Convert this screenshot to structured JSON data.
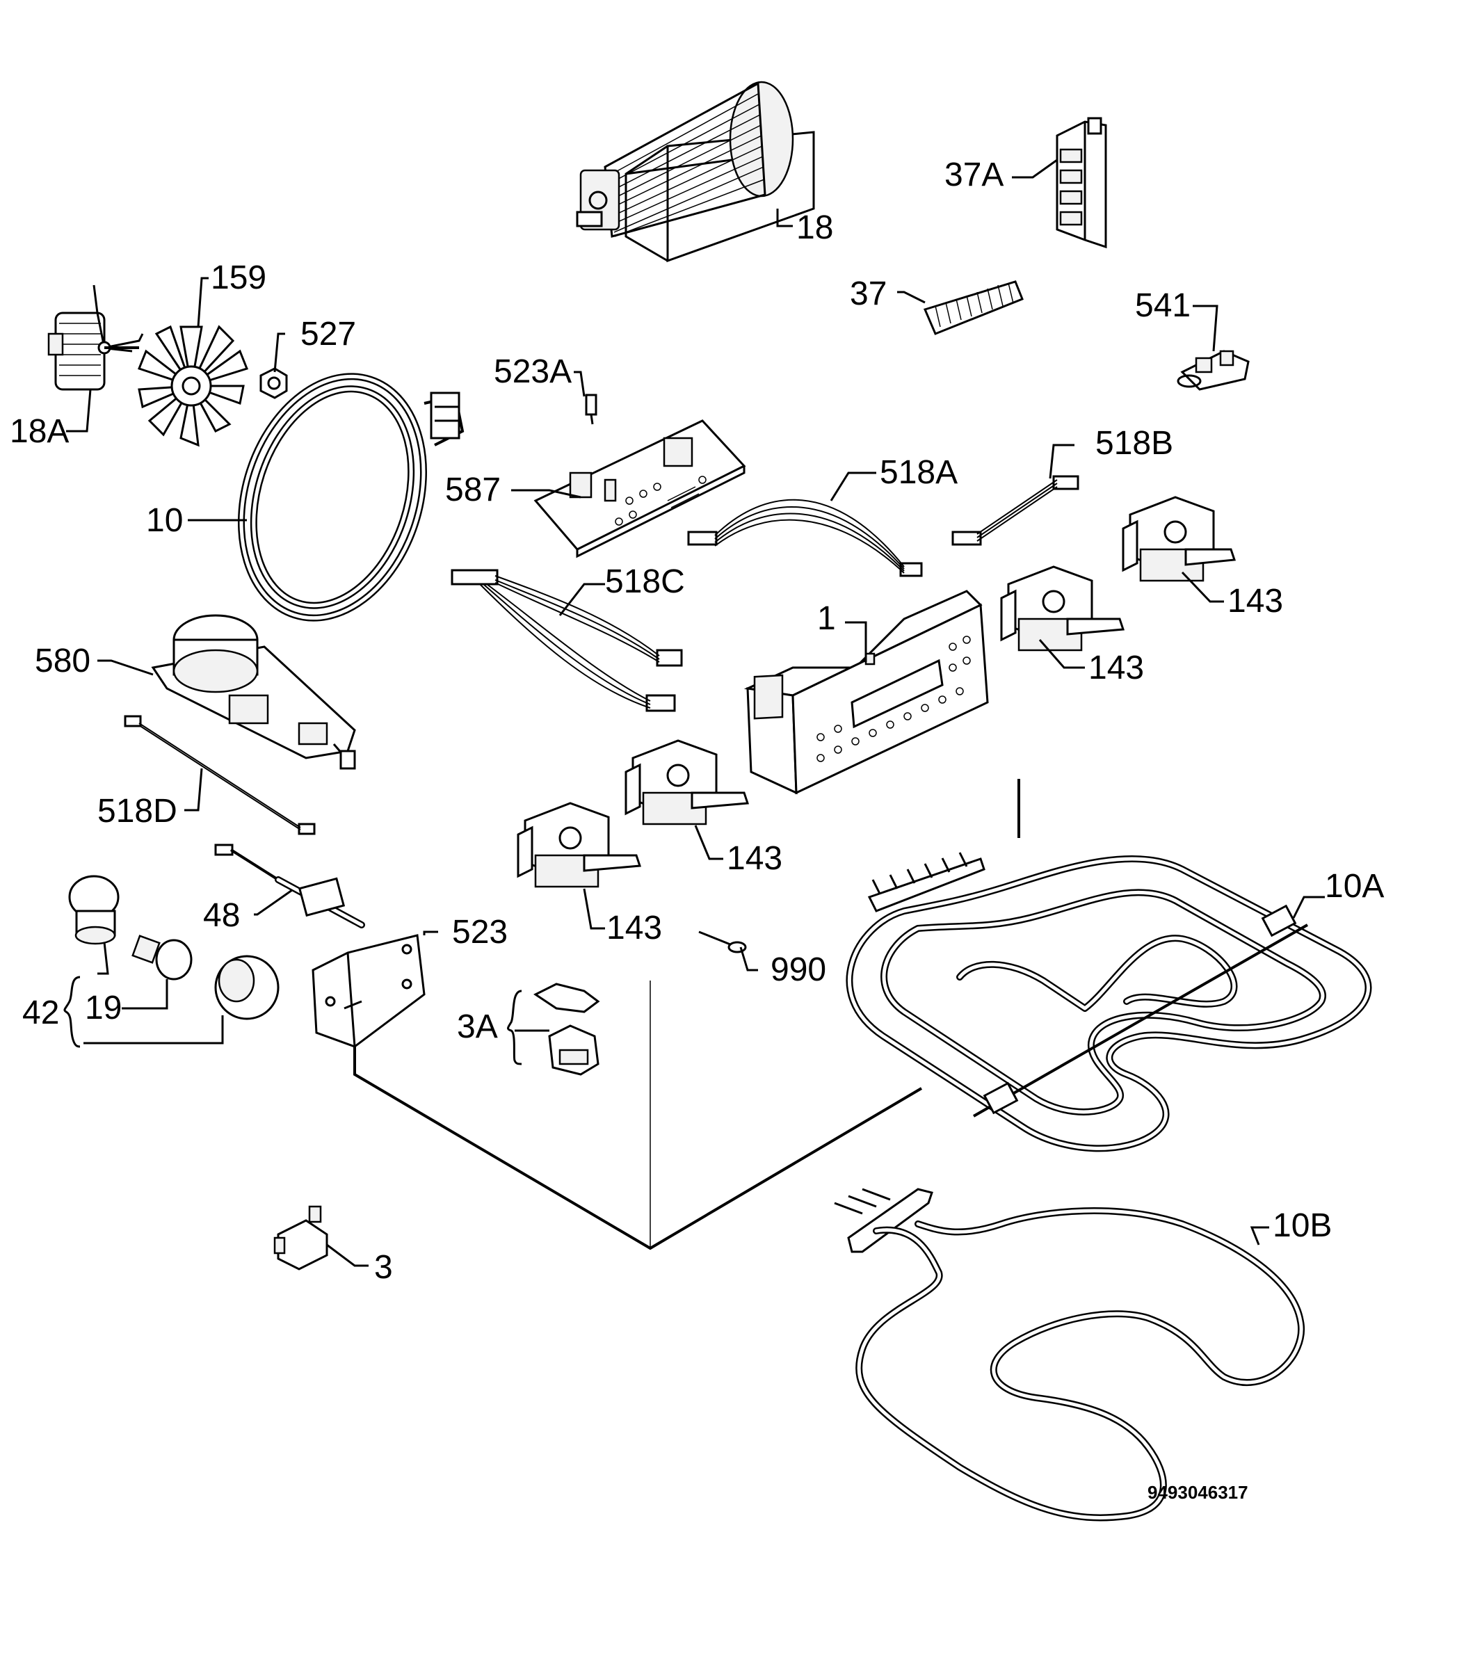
{
  "labels": {
    "p1": "1",
    "p3": "3",
    "p3a": "3A",
    "p10": "10",
    "p10a": "10A",
    "p10b": "10B",
    "p18": "18",
    "p18a": "18A",
    "p19": "19",
    "p37": "37",
    "p37a": "37A",
    "p42": "42",
    "p48": "48",
    "p143a": "143",
    "p143b": "143",
    "p143c": "143",
    "p143d": "143",
    "p159": "159",
    "p518a": "518A",
    "p518b": "518B",
    "p518c": "518C",
    "p518d": "518D",
    "p523": "523",
    "p523a": "523A",
    "p527": "527",
    "p541": "541",
    "p580": "580",
    "p587": "587",
    "p990": "990"
  },
  "document_number": "9493046317"
}
